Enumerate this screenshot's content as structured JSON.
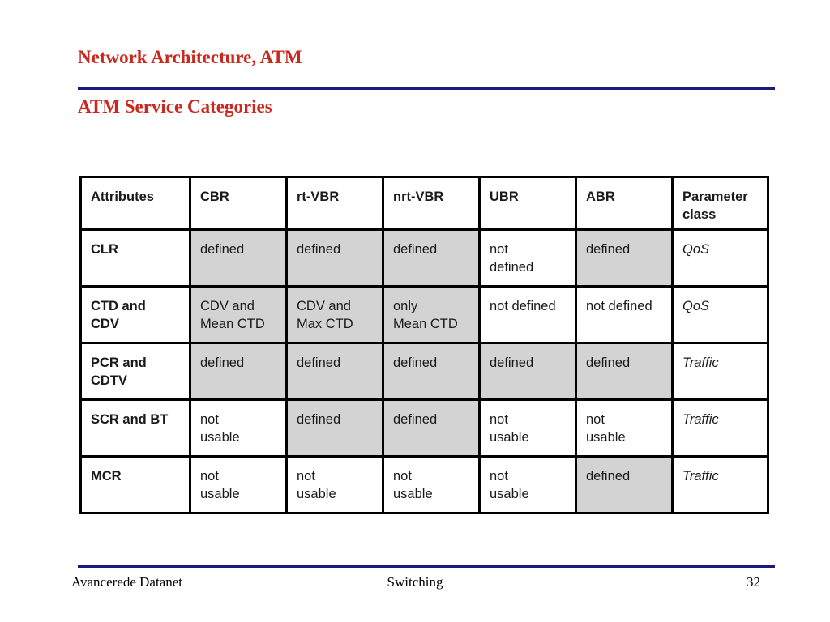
{
  "slide": {
    "title": "Network Architecture, ATM",
    "subtitle": "ATM Service Categories"
  },
  "table": {
    "headers": [
      "Attributes",
      "CBR",
      "rt-VBR",
      "nrt-VBR",
      "UBR",
      "ABR",
      "Parameter\nclass"
    ],
    "rows": [
      {
        "attribute": "CLR",
        "cells": [
          "defined",
          "defined",
          "defined",
          "not\ndefined",
          "defined"
        ],
        "param": "QoS"
      },
      {
        "attribute": "CTD and\nCDV",
        "cells": [
          "CDV and\nMean CTD",
          "CDV and\nMax CTD",
          "only\nMean CTD",
          "not defined",
          "not defined"
        ],
        "param": "QoS"
      },
      {
        "attribute": "PCR and\nCDTV",
        "cells": [
          "defined",
          "defined",
          "defined",
          "defined",
          "defined"
        ],
        "param": "Traffic"
      },
      {
        "attribute": "SCR and BT",
        "cells": [
          "not\nusable",
          "defined",
          "defined",
          "not\nusable",
          "not\nusable"
        ],
        "param": "Traffic"
      },
      {
        "attribute": "MCR",
        "cells": [
          "not\nusable",
          "not\nusable",
          "not\nusable",
          "not\nusable",
          "defined"
        ],
        "param": "Traffic"
      }
    ],
    "shading_color": "#d3d3d3"
  },
  "footer": {
    "left": "Avancerede Datanet",
    "center": "Switching",
    "page": "32"
  },
  "colors": {
    "title": "#c8281e",
    "rule": "#1c1a7a"
  }
}
